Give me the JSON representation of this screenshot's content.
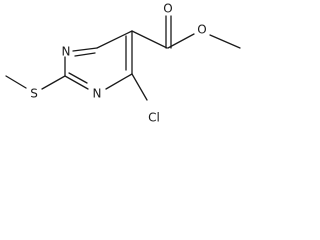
{
  "structure": {
    "atoms": {
      "n1": "N",
      "n3": "N",
      "s": "S",
      "cl": "Cl",
      "o_carbonyl": "O",
      "o_ester": "O"
    }
  },
  "colors": {
    "ink": "#1a1a1a",
    "background": "#ffffff"
  }
}
